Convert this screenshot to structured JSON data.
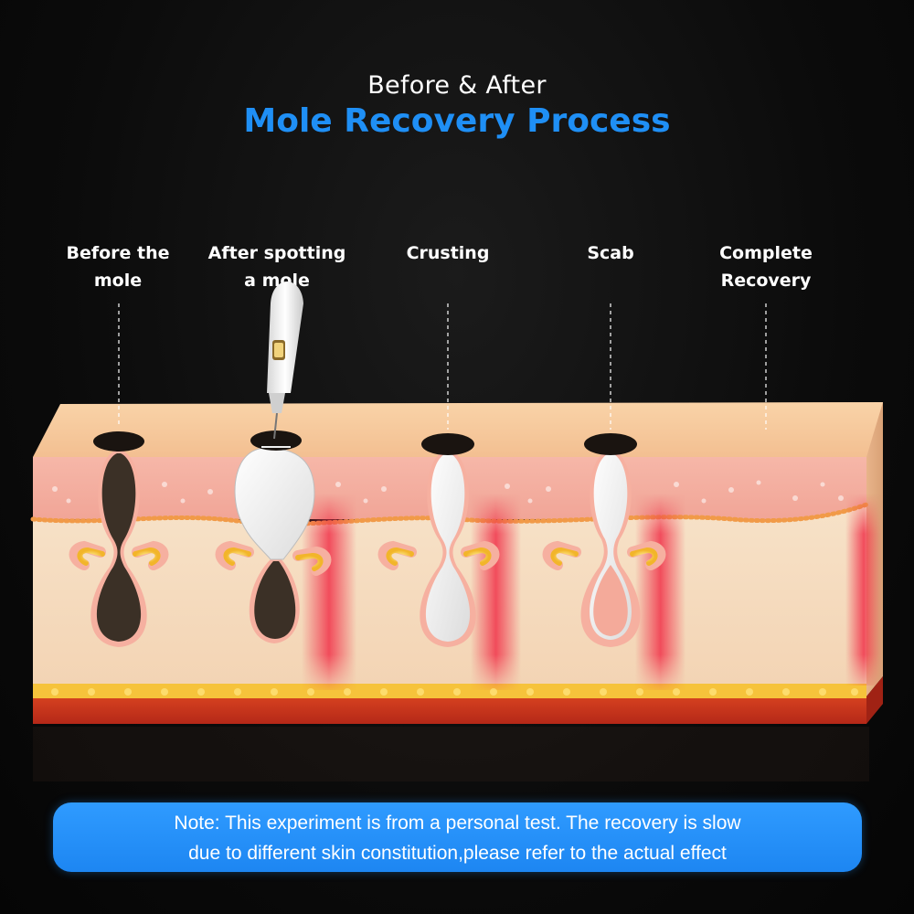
{
  "header": {
    "subtitle": "Before & After",
    "title": "Mole Recovery Process"
  },
  "stages": [
    {
      "label": "Before the\nmole"
    },
    {
      "label": "After spotting\na mole"
    },
    {
      "label": "Crusting"
    },
    {
      "label": "Scab"
    },
    {
      "label": "Complete\nRecovery"
    }
  ],
  "note": {
    "text": "Note: This experiment is from a personal test. The recovery is slow\ndue to different skin constitution,please refer to the actual effect"
  },
  "colors": {
    "title_accent": "#1f8ff5",
    "note_background": "#2b95fb",
    "mole_dark": "#3b3026",
    "skin_surface": "#f6c9a0",
    "dermis": "#f5d9c0",
    "fat_layer": "#f6c33b",
    "muscle_layer": "#c8301c",
    "inflammation": "#f0334a"
  },
  "icons": [
    "spot-removal-pen-icon"
  ]
}
